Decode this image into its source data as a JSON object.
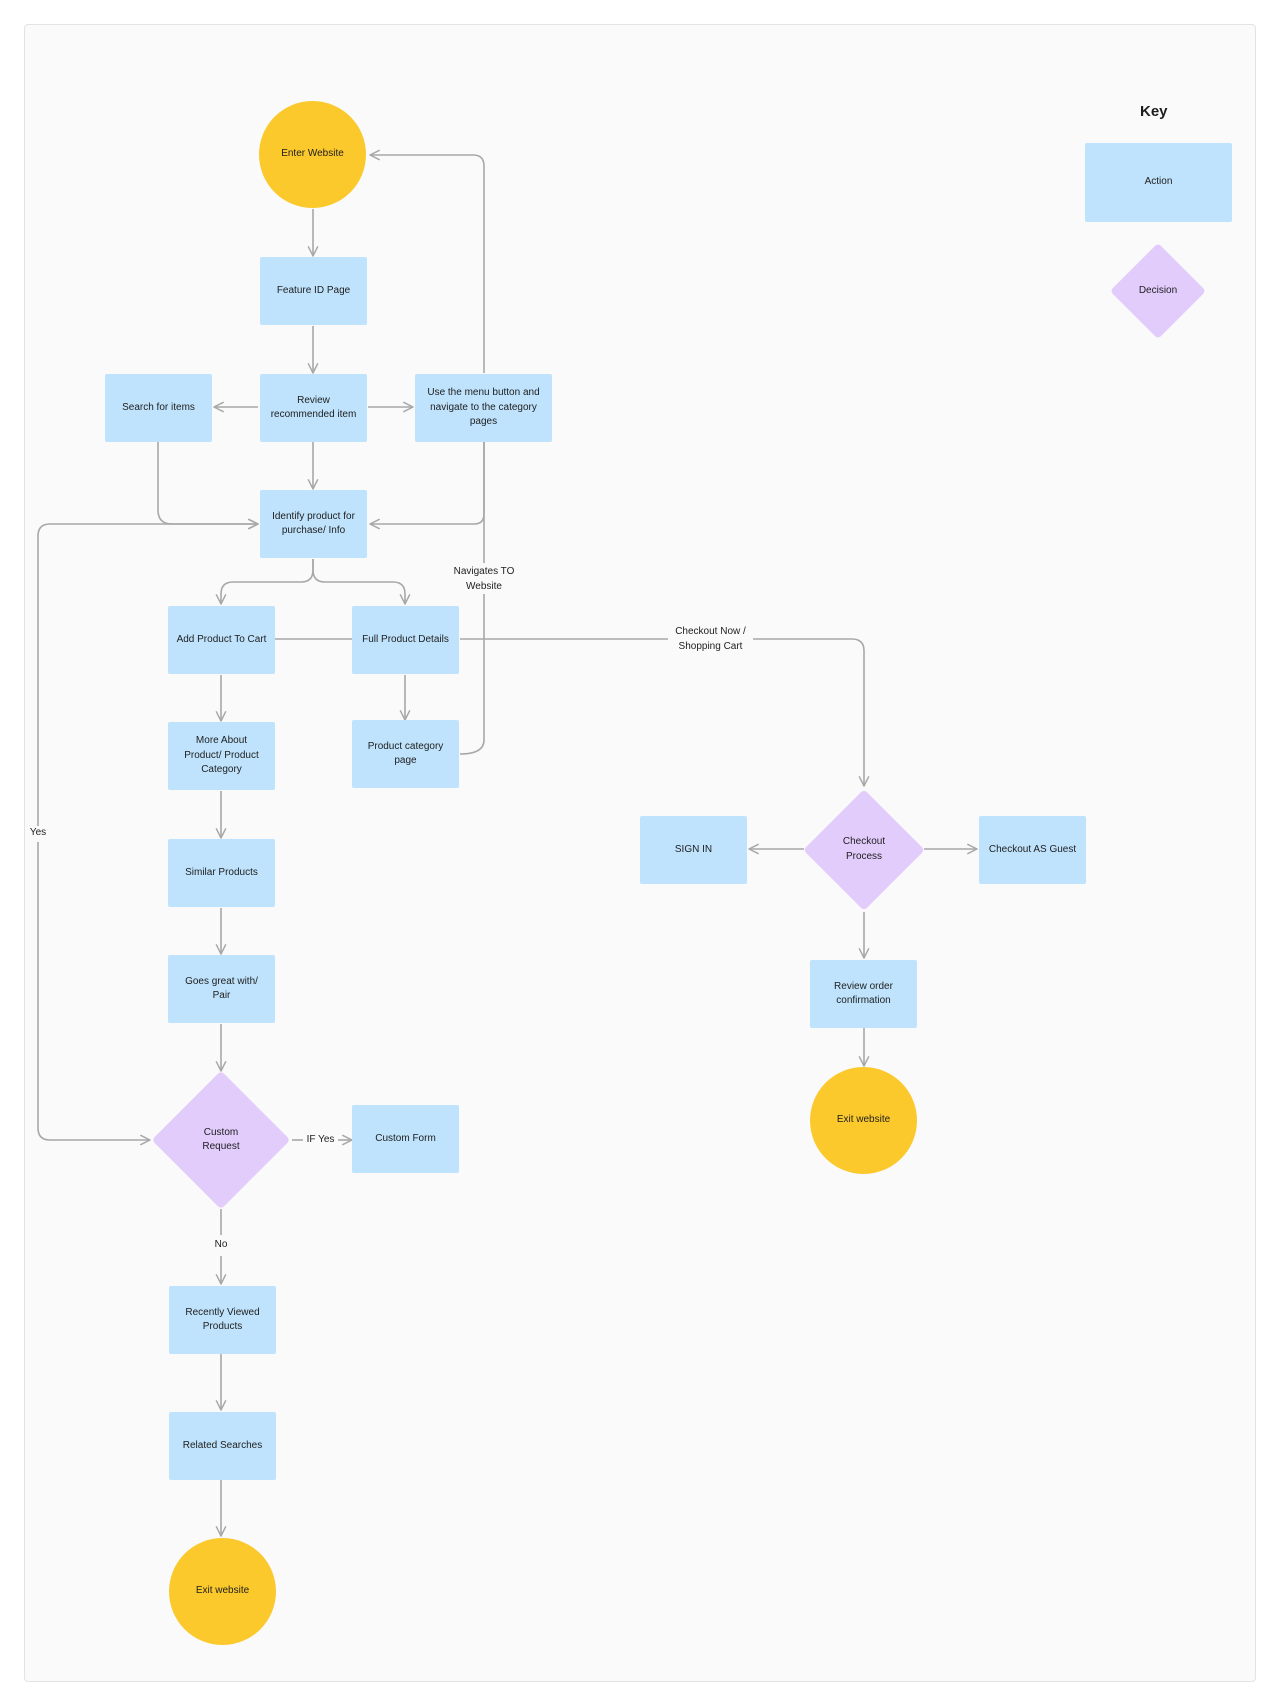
{
  "nodes": {
    "enter_website": "Enter Website",
    "feature_id_page": "Feature ID Page",
    "review_recommended": "Review recommended item",
    "search_items": "Search for items",
    "use_menu": "Use the menu button and navigate to the category pages",
    "identify_product": "Identify product for purchase/ Info",
    "add_to_cart": "Add Product To Cart",
    "full_details": "Full Product Details",
    "more_about": "More About Product/ Product Category",
    "product_category_page": "Product category page",
    "similar_products": "Similar Products",
    "goes_great": "Goes great with/ Pair",
    "custom_request": "Custom Request",
    "custom_form": "Custom Form",
    "recently_viewed": "Recently Viewed Products",
    "related_searches": "Related Searches",
    "exit_website_left": "Exit website",
    "sign_in": "SIGN IN",
    "checkout_process": "Checkout Process",
    "checkout_guest": "Checkout AS Guest",
    "review_order": "Review order confirmation",
    "exit_website_right": "Exit website"
  },
  "edge_labels": {
    "navigates_to": "Navigates TO Website",
    "checkout_now": "Checkout Now / Shopping Cart",
    "yes": "Yes",
    "if_yes": "IF Yes",
    "no": "No"
  },
  "key": {
    "title": "Key",
    "action": "Action",
    "decision": "Decision"
  },
  "colors": {
    "action": "#bfe3fc",
    "decision": "#e2ccfc",
    "terminal": "#fbc92c",
    "connector": "#a8a8a8"
  }
}
